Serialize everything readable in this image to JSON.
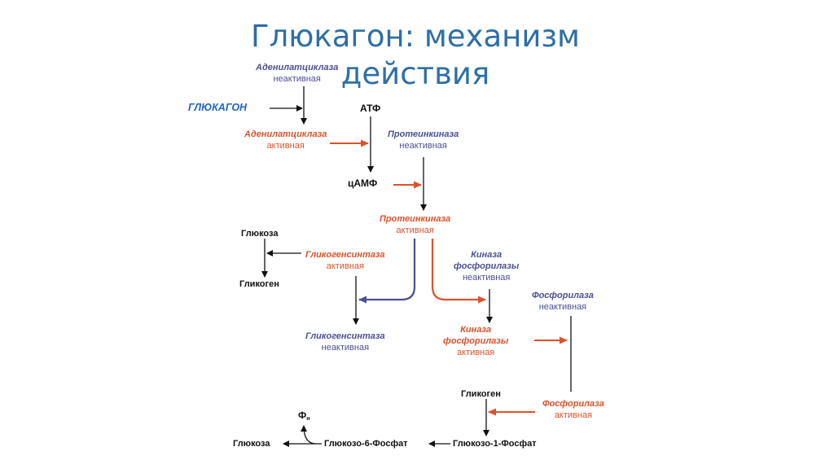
{
  "title": "Глюкагон: механизм действия",
  "colors": {
    "title": "#2e6fa6",
    "inactive": "#4a4f95",
    "active": "#d9532b",
    "glucagon": "#1f63c6",
    "neutral": "#111111"
  },
  "nodes": {
    "ac_inactive": {
      "name": "Аденилатциклаза",
      "state": "неактивная"
    },
    "glucagon": "ГЛЮКАГОН",
    "atp": "АТФ",
    "ac_active": {
      "name": "Аденилатциклаза",
      "state": "активная"
    },
    "pk_inactive": {
      "name": "Протеинкиназа",
      "state": "неактивная"
    },
    "camp": "цАМФ",
    "pk_active": {
      "name": "Протеинкиназа",
      "state": "активная"
    },
    "glucose_top": "Глюкоза",
    "gs_active": {
      "name": "Гликогенсинтаза",
      "state": "активная"
    },
    "glycogen_left": "Гликоген",
    "phk_inactive": {
      "name_line1": "Киназа",
      "name_line2": "фосфорилазы",
      "state": "неактивная"
    },
    "phos_inactive": {
      "name": "Фосфорилаза",
      "state": "неактивная"
    },
    "gs_inactive": {
      "name": "Гликогенсинтаза",
      "state": "неактивная"
    },
    "phk_active": {
      "name_line1": "Киназа",
      "name_line2": "фосфорилазы",
      "state": "активная"
    },
    "glycogen_bottom": "Гликоген",
    "phos_active": {
      "name": "Фосфорилаза",
      "state": "активная"
    },
    "pi": {
      "main": "Ф",
      "sub": "н"
    },
    "glucose_bottom": "Глюкоза",
    "g6p": "Глюкозо-6-Фосфат",
    "g1p": "Глюкозо-1-Фосфат"
  }
}
